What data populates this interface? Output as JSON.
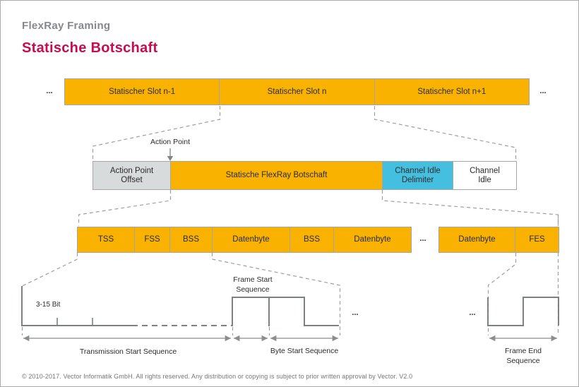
{
  "colors": {
    "orange": "#F9B200",
    "cyan": "#45BFE0",
    "gray-fill": "#D8DBDC",
    "box-border": "#A6A6A6",
    "accent-red": "#C90C4F",
    "title-gray": "#86888B",
    "text": "#2B2B2B",
    "line-gray": "#7D8182",
    "dash-gray": "#9C9EA0",
    "footer-gray": "#767676"
  },
  "header": {
    "category": "FlexRay Framing",
    "title": "Statische Botschaft"
  },
  "slot_row": {
    "ellipsis_left": "...",
    "slots": [
      "Statischer Slot n-1",
      "Statischer Slot n",
      "Statischer Slot n+1"
    ],
    "ellipsis_right": "..."
  },
  "frame_row": {
    "action_point": "Action Point",
    "segments": {
      "offset": "Action Point Offset",
      "message": "Statische FlexRay Botschaft",
      "delimiter": "Channel Idle Delimiter",
      "idle": "Channel Idle"
    }
  },
  "byte_row": {
    "left": [
      "TSS",
      "FSS",
      "BSS",
      "Datenbyte",
      "BSS",
      "Datenbyte"
    ],
    "ellipsis": "...",
    "right": [
      "Datenbyte",
      "FES"
    ]
  },
  "waveform": {
    "bits_label": "3-15 Bit",
    "ellipsis_mid": "...",
    "ellipsis_right": "...",
    "tss_label": "Transmission Start Sequence",
    "fss_label": "Frame Start Sequence",
    "bss_label": "Byte Start Sequence",
    "fes_label": "Frame End Sequence"
  },
  "footer": {
    "copyright": "© 2010-2017. Vector Informatik GmbH. All rights reserved. Any distribution or copying is subject to prior written approval by Vector. V2.0"
  }
}
